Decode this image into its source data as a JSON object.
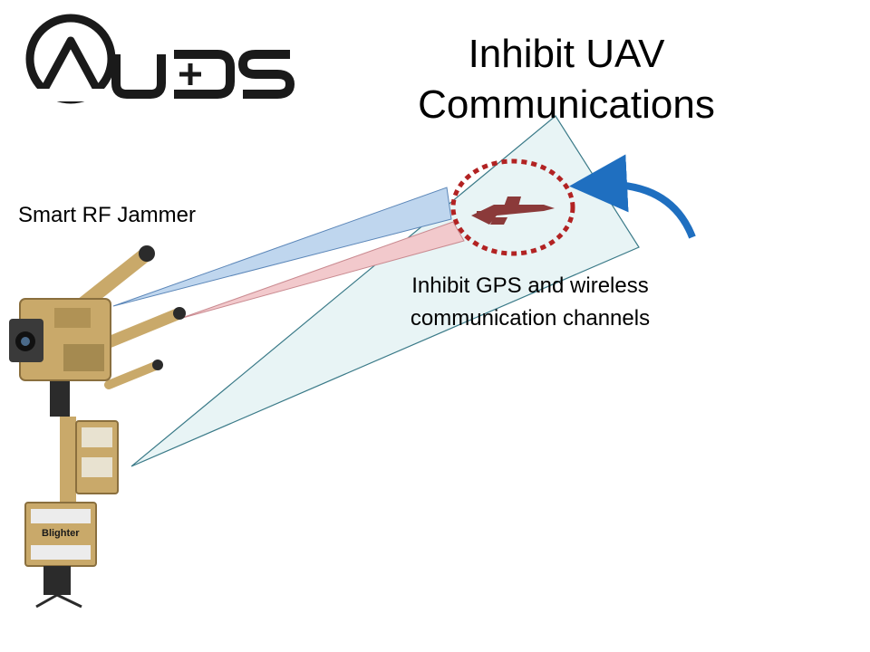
{
  "logo": {
    "text": "UDS"
  },
  "title": {
    "line1": "Inhibit UAV",
    "line2": "Communications"
  },
  "labels": {
    "jammer": "Smart RF Jammer",
    "inhibit_line1": "Inhibit GPS and wireless",
    "inhibit_line2": "communication channels"
  },
  "radar_brand": "Blighter",
  "colors": {
    "equipment_tan": "#C9A96A",
    "target_circle": "#B22222",
    "arrow": "#1F6FC0",
    "beam_blue": "#BFD6EE",
    "beam_red": "#F2C9CC",
    "radar_beam": "#E8F4F5"
  }
}
